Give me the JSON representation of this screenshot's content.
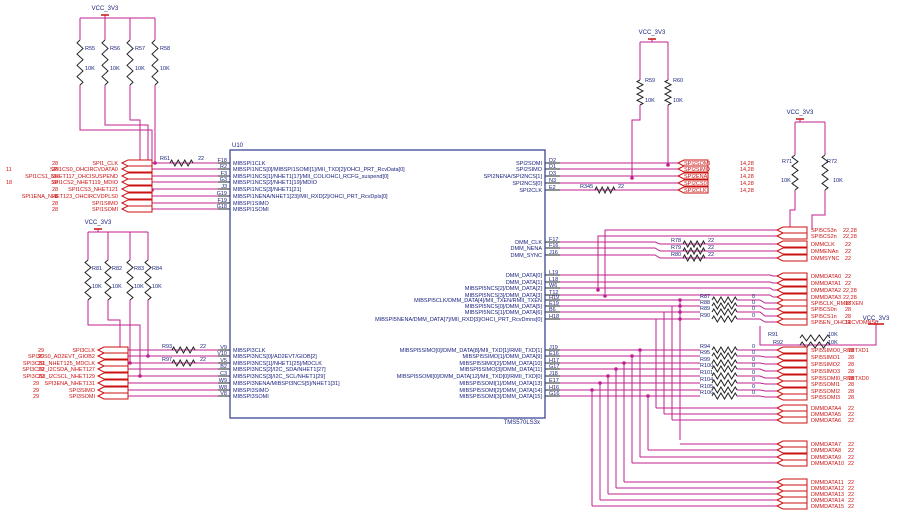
{
  "chip": {
    "ref": "U10",
    "part": "TMS570LS3x",
    "left_pins": [
      {
        "pin": "F18",
        "label": "MIBSPI1CLK"
      },
      {
        "pin": "R2",
        "label": "MIBSPI1NCS[0]/MIBSPI1SOMI[1]/MII_TXD[2]/OHCI_PRT_RcvData[0]"
      },
      {
        "pin": "F3",
        "label": "MIBSPI1NCS[1]/NHET1[17]/MII_COL/OHCI_RCFG_suspend[0]"
      },
      {
        "pin": "G3",
        "label": "MIBSPI1NCS[2]/NHET1[19]/MDIO"
      },
      {
        "pin": "J3",
        "label": "MIBSPI1NCS[3]/NHET1[21]"
      },
      {
        "pin": "G19",
        "label": "MIBSPI1NENA/NHET1[23]/MII_RXD[2]/OHCI_PRT_RcvDpls[0]"
      },
      {
        "pin": "F19",
        "label": "MIBSPI1SIMO"
      },
      {
        "pin": "G18",
        "label": "MIBSPI1SOMI"
      },
      {
        "pin": "V9",
        "label": "MIBSPI3CLK"
      },
      {
        "pin": "V10",
        "label": "MIBSPI3NCS[0]/AD2EVT/GIOB[2]"
      },
      {
        "pin": "V5",
        "label": "MIBSPI3NCS[1]/NHET1[25]/MDCLK"
      },
      {
        "pin": "B2",
        "label": "MIBSPI3NCS[2]/I2C_SDA/NHET1[27]"
      },
      {
        "pin": "C3",
        "label": "MIBSPI3NCS[3]/I2C_SCL/NHET1[29]"
      },
      {
        "pin": "W9",
        "label": "MIBSPI3NENA/MIBSPI3NCS[5]/NHET1[31]"
      },
      {
        "pin": "W8",
        "label": "MIBSPI3SIMO"
      },
      {
        "pin": "V8",
        "label": "MIBSPI3SOMI"
      }
    ],
    "right_pins": [
      {
        "pin": "D2",
        "label": "SPI2SOMI"
      },
      {
        "pin": "D1",
        "label": "SPI2SIMO"
      },
      {
        "pin": "D3",
        "label": "SPI2NENA/SPI2NCS[1]"
      },
      {
        "pin": "N3",
        "label": "SPI2NCS[0]"
      },
      {
        "pin": "E2",
        "label": "SPI2CLK"
      },
      {
        "pin": "F17",
        "label": "DMM_CLK"
      },
      {
        "pin": "F16",
        "label": "DMM_NENA"
      },
      {
        "pin": "J16",
        "label": "DMM_SYNC"
      },
      {
        "pin": "L19",
        "label": "DMM_DATA[0]"
      },
      {
        "pin": "L18",
        "label": "DMM_DATA[1]"
      },
      {
        "pin": "W6",
        "label": "MIBSPI5NCS[2]/DMM_DATA[2]"
      },
      {
        "pin": "T12",
        "label": "MIBSPI5NCS[3]/DMM_DATA[3]"
      },
      {
        "pin": "H19",
        "label": "MIBSPI5CLK/DMM_DATA[4]/MII_TXEN/RMII_TXEN"
      },
      {
        "pin": "E19",
        "label": "MIBSPI5NCS[0]/DMM_DATA[5]"
      },
      {
        "pin": "B6",
        "label": "MIBSPI5NCS[1]/DMM_DATA[6]"
      },
      {
        "pin": "H18",
        "label": "MIBSPI5NENA/DMM_DATA[7]/MII_RXD[3]/OHCI_PRT_RcvDmns[0]"
      },
      {
        "pin": "J19",
        "label": "MIBSPI5SIMO[0]/DMM_DATA[8]/MII_TXD[1]/RMII_TXD[1]"
      },
      {
        "pin": "E16",
        "label": "MIBSPI5SIMO[1]/DMM_DATA[9]"
      },
      {
        "pin": "H17",
        "label": "MIBSPI5SIMO[2]/DMM_DATA[10]"
      },
      {
        "pin": "G17",
        "label": "MIBSPI5SIMO[3]/DMM_DATA[11]"
      },
      {
        "pin": "J18",
        "label": "MIBSPI5SOMI[0]/DMM_DATA[12]/MII_TXD[0]/RMII_TXD[0]"
      },
      {
        "pin": "E17",
        "label": "MIBSPI5SOMI[1]/DMM_DATA[13]"
      },
      {
        "pin": "H16",
        "label": "MIBSPI5SOMI[2]/DMM_DATA[14]"
      },
      {
        "pin": "G16",
        "label": "MIBSPI5SOMI[3]/DMM_DATA[15]"
      }
    ]
  },
  "power_label": "VCC_3V3",
  "resistor_value": "10K",
  "pullups": [
    {
      "group": "spi1",
      "refs": [
        "R55",
        "R56",
        "R57",
        "R58"
      ]
    },
    {
      "group": "spi3",
      "refs": [
        "R81",
        "R82",
        "R83",
        "R84"
      ]
    },
    {
      "group": "spi2",
      "refs": [
        "R59",
        "R60"
      ]
    },
    {
      "group": "dmm",
      "refs": [
        "R71",
        "R72"
      ]
    }
  ],
  "series": [
    {
      "ref": "R61",
      "value": "22"
    },
    {
      "ref": "R93",
      "value": "22"
    },
    {
      "ref": "R97",
      "value": "22"
    },
    {
      "ref": "R345",
      "value": "22"
    },
    {
      "ref": "R78",
      "value": "22"
    },
    {
      "ref": "R79",
      "value": "22"
    },
    {
      "ref": "R80",
      "value": "22"
    }
  ],
  "left_nets_spi1": [
    {
      "sheet": "",
      "page": "28",
      "name": "SPI1_CLK"
    },
    {
      "sheet": "11",
      "page": "28",
      "name": "SPI1CS0_OHCIRCVDATA0"
    },
    {
      "sheet": "",
      "page": "28",
      "name": "SPI1CS1_NHET117_OHCISUSPEND"
    },
    {
      "sheet": "18",
      "page": "28",
      "name": "SPI1CS2_NHET119_MDIO"
    },
    {
      "sheet": "",
      "page": "28",
      "name": "SPI1CS3_NHET121"
    },
    {
      "sheet": "",
      "page": "28",
      "name": "SPI1ENA_NHET123_OHCIRCVDPLS0"
    },
    {
      "sheet": "",
      "page": "28",
      "name": "SPI1SIMO"
    },
    {
      "sheet": "",
      "page": "28",
      "name": "SPI1SOMI"
    }
  ],
  "left_nets_spi3": [
    {
      "sheet": "",
      "page": "29",
      "name": "SPI3CLK"
    },
    {
      "sheet": "",
      "page": "29",
      "name": "SPI3CS0_AD2EVT_GIOB2"
    },
    {
      "sheet": "",
      "page": "29",
      "name": "SPI3CS1_NHET125_MDCLK"
    },
    {
      "sheet": "",
      "page": "29",
      "name": "SPI3CS2_I2CSDA_NHET127"
    },
    {
      "sheet": "",
      "page": "29",
      "name": "SPI3CS3_I2CSCL_NHET129"
    },
    {
      "sheet": "29",
      "page": "",
      "name": "SPI3ENA_NHET131"
    },
    {
      "sheet": "29",
      "page": "",
      "name": "SPI3SIMO"
    },
    {
      "sheet": "29",
      "page": "",
      "name": "SPI3SOMI"
    }
  ],
  "spi2_nets": [
    {
      "name": "SPI2SOMI",
      "page": "14,28"
    },
    {
      "name": "SPI2SIMO",
      "page": "14,28"
    },
    {
      "name": "SPI2ENA",
      "page": "14,28"
    },
    {
      "name": "SPI2CS0",
      "page": "14,28"
    },
    {
      "name": "SPI2CLK",
      "page": "14,28"
    }
  ],
  "right_upper_nets": [
    {
      "name": "SPI5CS3n",
      "page": "22,28"
    },
    {
      "name": "SPI5CS2n",
      "page": "22,28"
    },
    {
      "name": "DMMCLK",
      "page": "22"
    },
    {
      "name": "DMMENAn",
      "page": "22"
    },
    {
      "name": "DMMSYNC",
      "page": "22"
    },
    {
      "name": "DMMDATA0",
      "page": "22"
    },
    {
      "name": "DMMDATA1",
      "page": "22"
    },
    {
      "name": "DMMDATA2",
      "page": "22,28"
    },
    {
      "name": "DMMDATA3",
      "page": "22,28"
    },
    {
      "name": "SPI5CLK_RMIITXEN",
      "page": "18"
    },
    {
      "name": "SPI5CS0n",
      "page": "28"
    },
    {
      "name": "SPI5CS1n",
      "page": "28"
    },
    {
      "name": "SPI5EN_OHCIRCVDMNS0",
      "page": "11"
    }
  ],
  "dmm_series": [
    {
      "ref": "R87",
      "value": "0"
    },
    {
      "ref": "R88",
      "value": "0"
    },
    {
      "ref": "R89",
      "value": "0"
    },
    {
      "ref": "R90",
      "value": "0"
    }
  ],
  "r91": {
    "ref": "R91",
    "value": "10K"
  },
  "r92": {
    "ref": "R92",
    "value": "10K"
  },
  "spi5_series": [
    {
      "ref": "R94",
      "value": "0"
    },
    {
      "ref": "R95",
      "value": "0"
    },
    {
      "ref": "R99",
      "value": "0"
    },
    {
      "ref": "R100",
      "value": "0"
    },
    {
      "ref": "R101",
      "value": "0"
    },
    {
      "ref": "R104",
      "value": "0"
    },
    {
      "ref": "R105",
      "value": "0"
    },
    {
      "ref": "R106",
      "value": "0"
    }
  ],
  "spi5_nets": [
    {
      "name": "SPI5SIMO0_RMIITXD1",
      "page": "18"
    },
    {
      "name": "SPI5SIMO1",
      "page": "28"
    },
    {
      "name": "SPI5SIMO2",
      "page": "28"
    },
    {
      "name": "SPI5SIMO3",
      "page": "28"
    },
    {
      "name": "SPI5SOMI0_RMIITXD0",
      "page": "18"
    },
    {
      "name": "SPI5SOMI1",
      "page": "28"
    },
    {
      "name": "SPI5SOMI2",
      "page": "28"
    },
    {
      "name": "SPI5SOMI3",
      "page": "28"
    }
  ],
  "dmm_data_nets": [
    {
      "name": "DMMDATA4",
      "page": "22"
    },
    {
      "name": "DMMDATA5",
      "page": "22"
    },
    {
      "name": "DMMDATA6",
      "page": "22"
    },
    {
      "name": "DMMDATA7",
      "page": "22"
    },
    {
      "name": "DMMDATA8",
      "page": "22"
    },
    {
      "name": "DMMDATA9",
      "page": "22"
    },
    {
      "name": "DMMDATA10",
      "page": "22"
    },
    {
      "name": "DMMDATA11",
      "page": "22"
    },
    {
      "name": "DMMDATA12",
      "page": "22"
    },
    {
      "name": "DMMDATA13",
      "page": "22"
    },
    {
      "name": "DMMDATA14",
      "page": "22"
    },
    {
      "name": "DMMDATA15",
      "page": "22"
    }
  ]
}
